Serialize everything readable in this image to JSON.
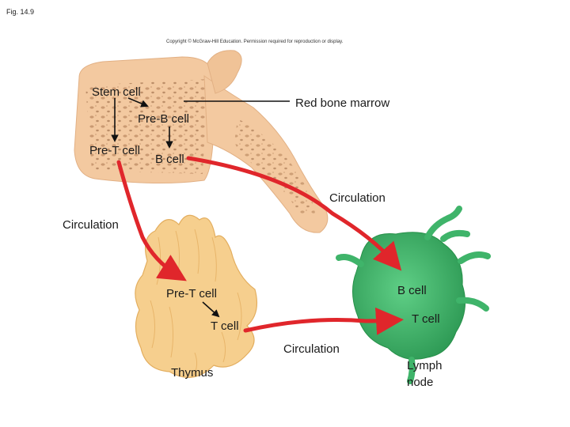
{
  "figure": {
    "number": "Fig. 14.9"
  },
  "copyright": "Copyright © McGraw-Hill Education. Permission required for reproduction or display.",
  "labels": {
    "stem_cell": "Stem cell",
    "red_bone_marrow": "Red bone marrow",
    "pre_b_cell": "Pre-B cell",
    "pre_t_cell_marrow": "Pre-T cell",
    "b_cell_marrow": "B cell",
    "circulation_right": "Circulation",
    "circulation_left": "Circulation",
    "pre_t_cell_thymus": "Pre-T cell",
    "t_cell_thymus": "T cell",
    "circulation_bottom": "Circulation",
    "thymus": "Thymus",
    "b_cell_node": "B cell",
    "t_cell_node": "T cell",
    "lymph_node_line1": "Lymph",
    "lymph_node_line2": "node"
  },
  "colors": {
    "bone": "#f3c9a0",
    "bone_pores": "#a8744c",
    "thymus": "#f6cf8e",
    "lymph_node": "#3fb46a",
    "arrow_red": "#e0262b"
  }
}
